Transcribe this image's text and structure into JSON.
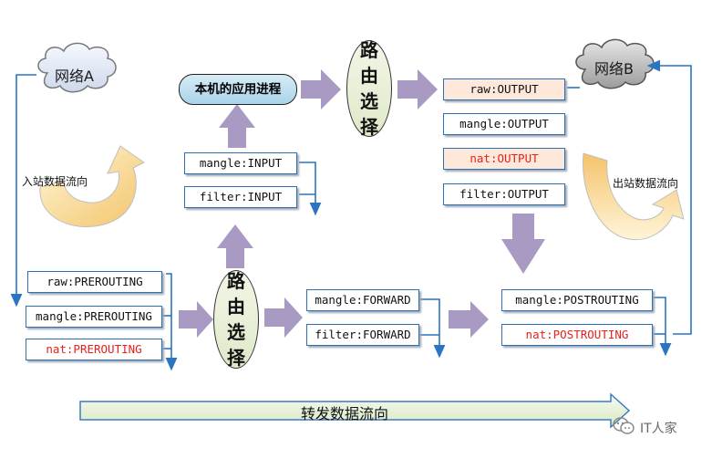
{
  "clouds": {
    "a": "网络A",
    "b": "网络B"
  },
  "app_process": "本机的应用进程",
  "routing_decision": [
    "路",
    "由",
    "选",
    "择"
  ],
  "input_chain": [
    "mangle:INPUT",
    "filter:INPUT"
  ],
  "output_chain": [
    {
      "table": "raw",
      "chain": "OUTPUT"
    },
    {
      "table": "mangle",
      "chain": "OUTPUT"
    },
    {
      "table": "nat",
      "chain": "OUTPUT"
    },
    {
      "table": "filter",
      "chain": "OUTPUT"
    }
  ],
  "prerouting_chain": [
    {
      "table": "raw",
      "chain": "PREROUTING"
    },
    {
      "table": "mangle",
      "chain": "PREROUTING"
    },
    {
      "table": "nat",
      "chain": "PREROUTING"
    }
  ],
  "forward_chain": [
    "mangle:FORWARD",
    "filter:FORWARD"
  ],
  "postrouting_chain": [
    {
      "table": "mangle",
      "chain": "POSTROUTING"
    },
    {
      "table": "nat",
      "chain": "POSTROUTING"
    }
  ],
  "labels": {
    "inbound_flow": "入站数据流向",
    "outbound_flow": "出站数据流向",
    "forward_flow": "转发数据流向"
  },
  "watermark": "IT人家",
  "colors": {
    "box_border": "#2f6fb4",
    "line_blue": "#2a74c2",
    "arrow_purple": "#a99ac4",
    "nat_red": "#e8201e",
    "peach_fill": "#fde8da"
  }
}
